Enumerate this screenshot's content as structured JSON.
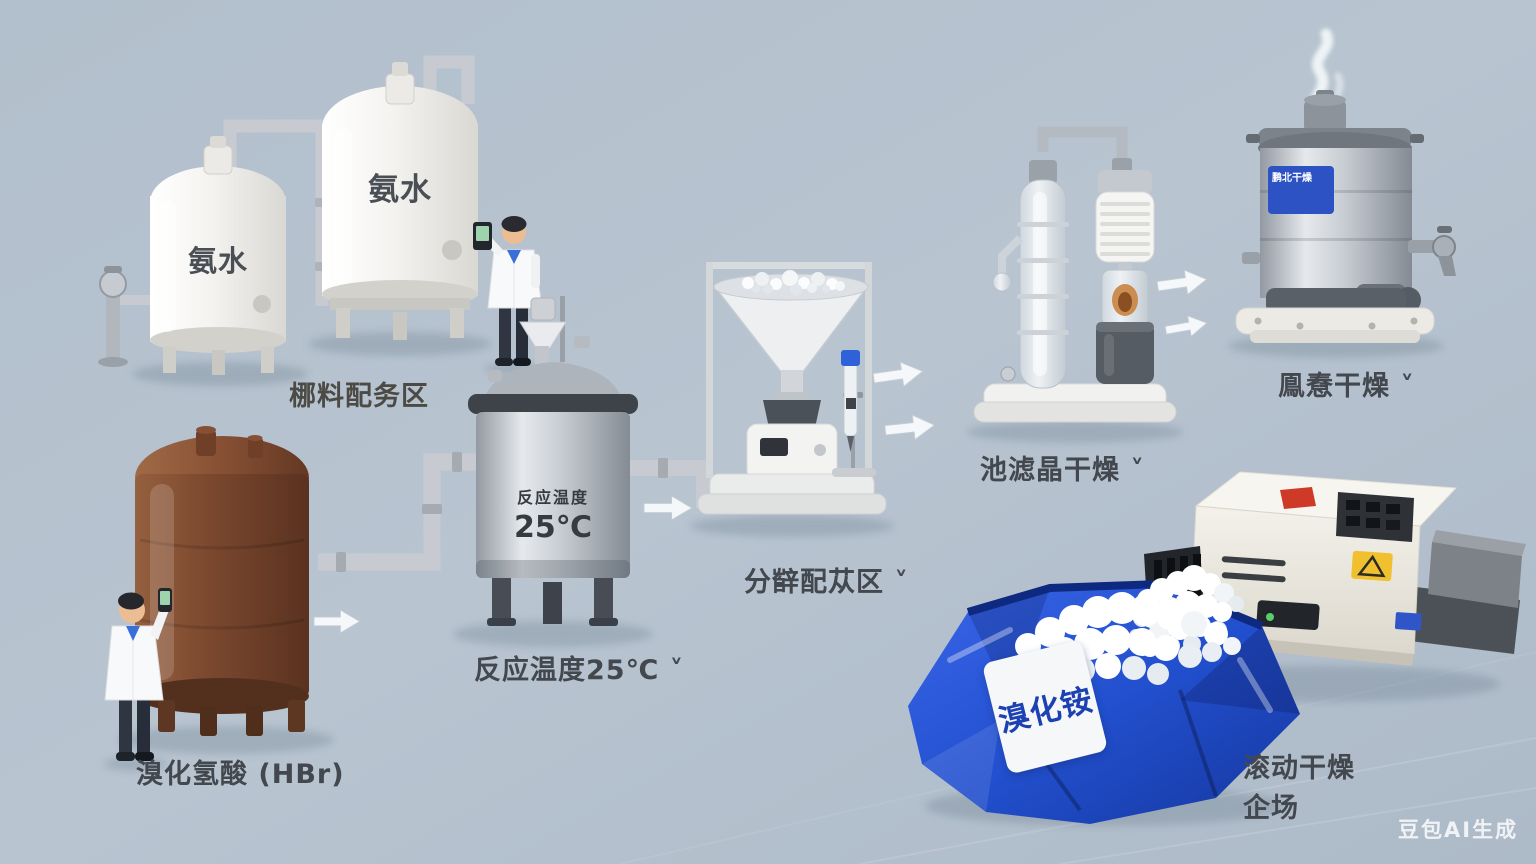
{
  "colors": {
    "background": "#b7c3cf",
    "bag_blue": "#2250cf",
    "vessel_label_blue": "#2d52c4",
    "accent_red": "#cf3a28",
    "warning_yellow": "#f0c02e",
    "caption_text": "#43474e",
    "bag_label_text": "#1c41b2",
    "hbr_tank_brown": "#7d492f"
  },
  "tanks": {
    "ammonia_tank_small_label": "氨水",
    "ammonia_tank_large_label": "氨水",
    "hbr_caption": "溴化氢酸 (HBr)"
  },
  "captions": {
    "prep_area": "梛料配务区",
    "reaction_temp": "反应温度25℃ ˅",
    "separation_area": "分辥配苁区 ˅",
    "crystallization": "池滤晶干燥 ˅",
    "drying": "鳯憃干燥 ˅",
    "machine_line1": "滚动干燥",
    "machine_line2": "企场"
  },
  "reactor": {
    "panel_line1": "反应温度",
    "panel_line2": "25℃"
  },
  "vessel": {
    "tag_text": "鹏北干燥"
  },
  "bag": {
    "label": "溴化铵"
  },
  "watermark": "豆包AI生成"
}
